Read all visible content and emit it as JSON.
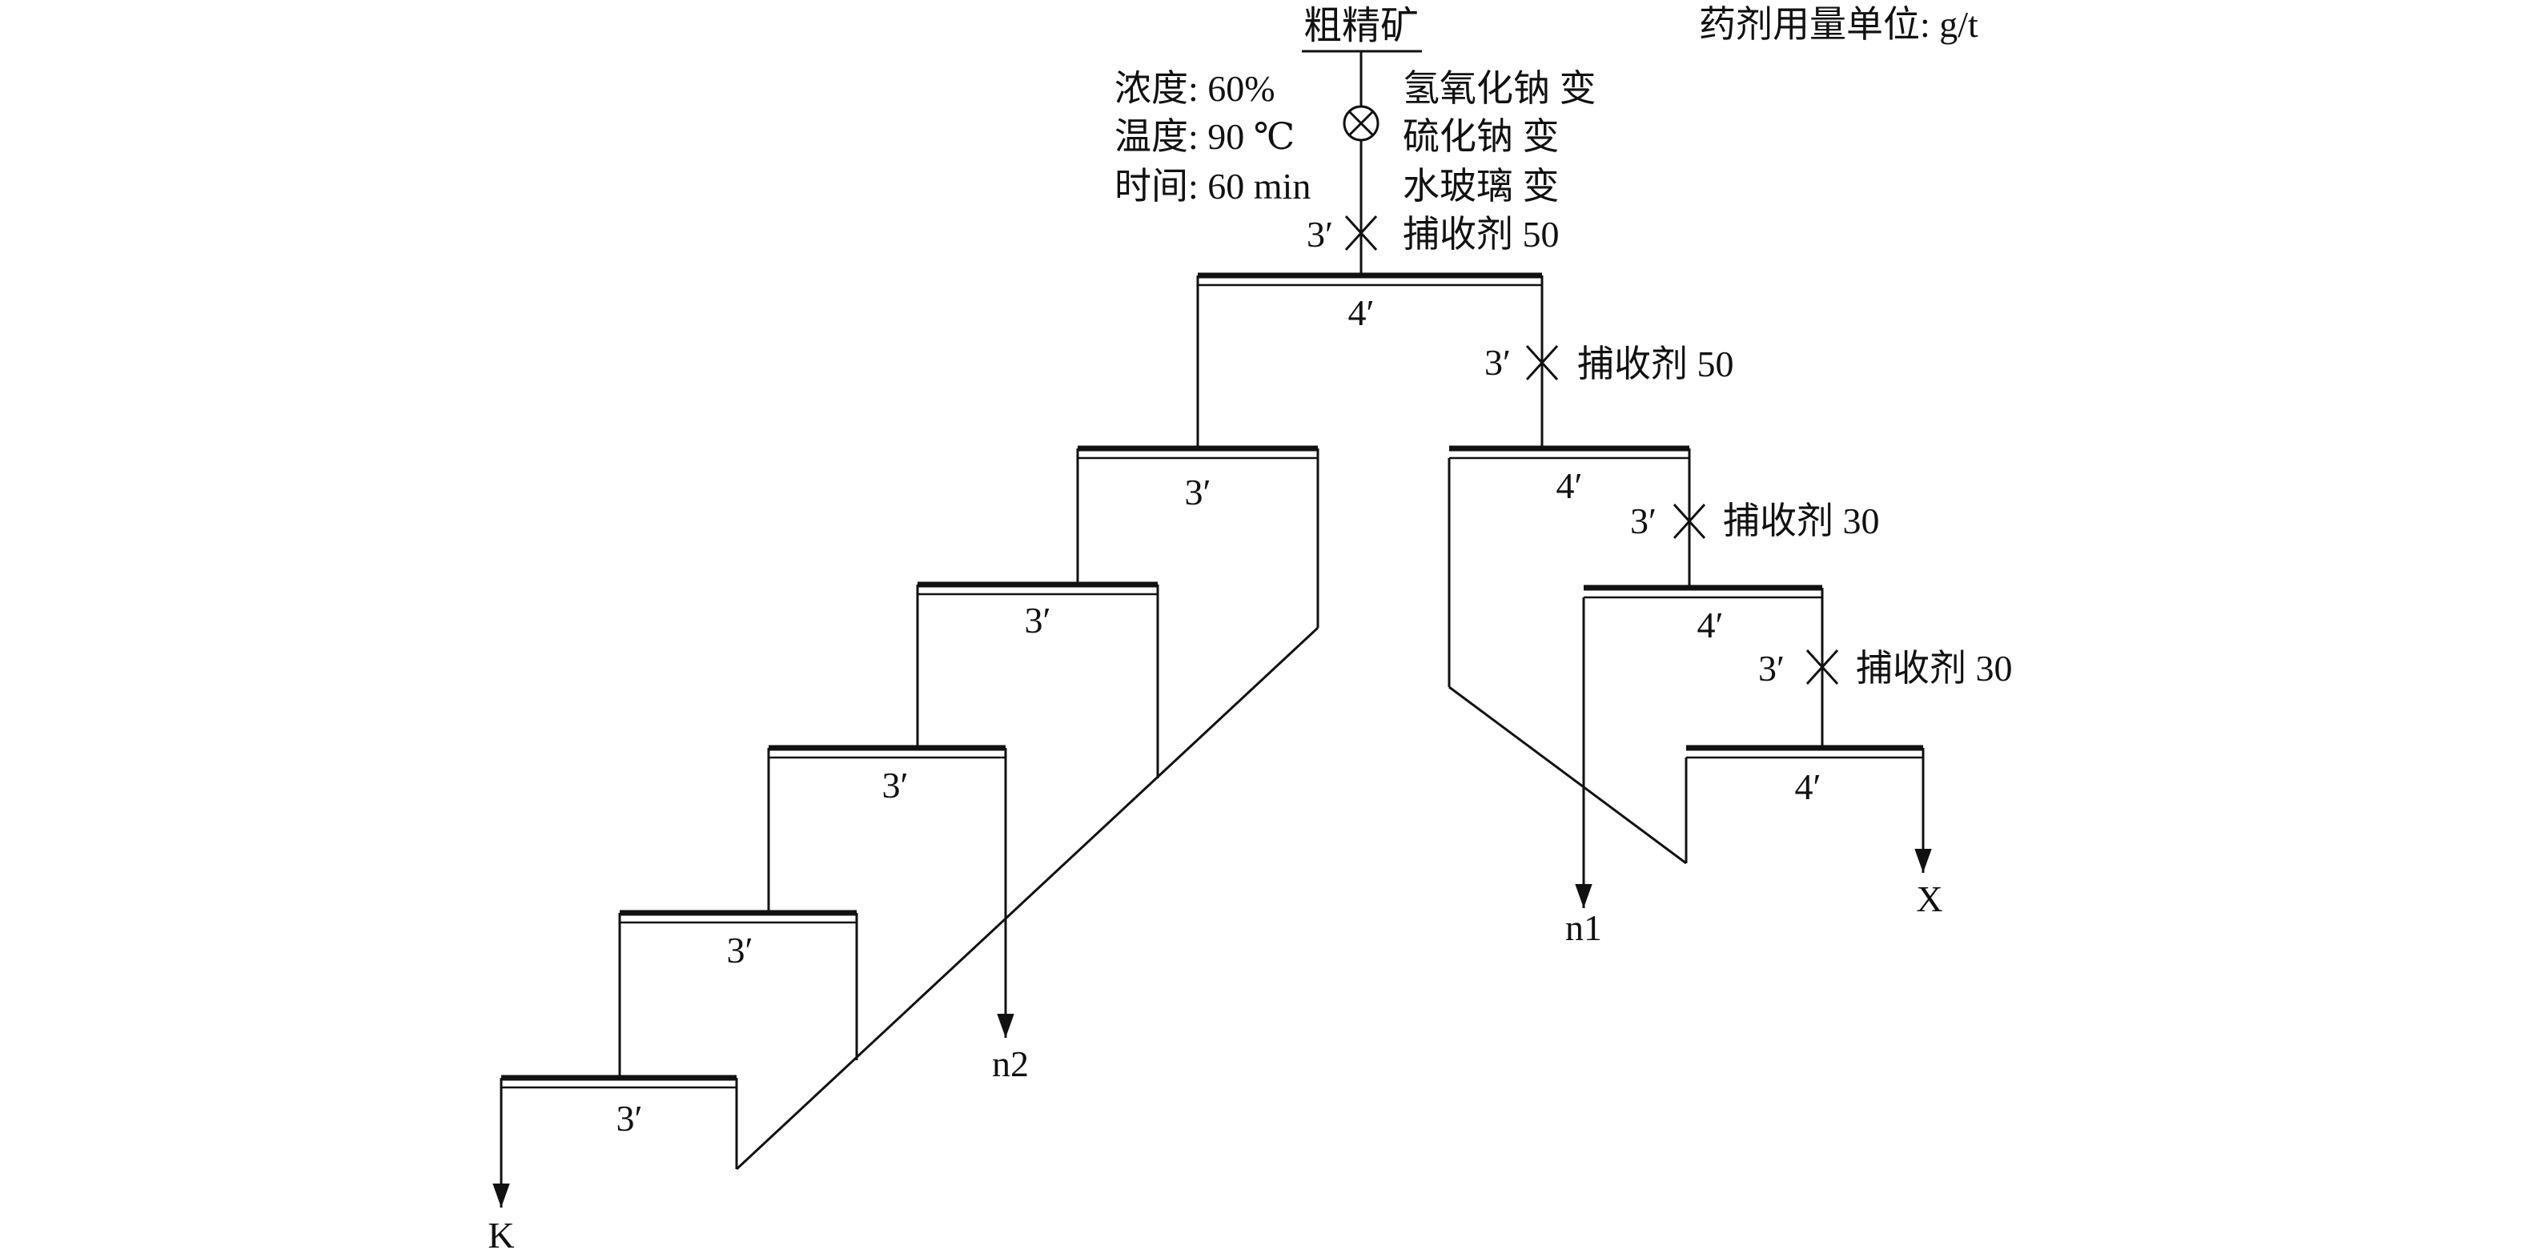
{
  "feed_label": "粗精矿",
  "unit_note": "药剂用量单位: g/t",
  "conditioning": {
    "concentration": "浓度: 60%",
    "temperature": "温度: 90 ℃",
    "time": "时间: 60 min"
  },
  "reagents": {
    "naoh": "氢氧化钠 变",
    "na2s": "硫化钠 变",
    "water_glass": "水玻璃 变"
  },
  "collector_steps": [
    {
      "time": "3′",
      "label": "捕收剂  50"
    },
    {
      "time": "3′",
      "label": "捕收剂 50"
    },
    {
      "time": "3′",
      "label": "捕收剂 30"
    },
    {
      "time": "3′",
      "label": "捕收剂 30"
    }
  ],
  "cells": [
    {
      "id": "rougher",
      "time": "4′"
    },
    {
      "id": "cleaner-1",
      "time": "3′"
    },
    {
      "id": "cleaner-2",
      "time": "3′"
    },
    {
      "id": "cleaner-3",
      "time": "3′"
    },
    {
      "id": "cleaner-4",
      "time": "3′"
    },
    {
      "id": "cleaner-5",
      "time": "3′"
    },
    {
      "id": "scavenger-1",
      "time": "4′"
    },
    {
      "id": "scavenger-2",
      "time": "4′"
    },
    {
      "id": "scavenger-3",
      "time": "4′"
    }
  ],
  "products": {
    "concentrate": "K",
    "middling_2": "n2",
    "middling_1": "n1",
    "tailings": "X"
  }
}
